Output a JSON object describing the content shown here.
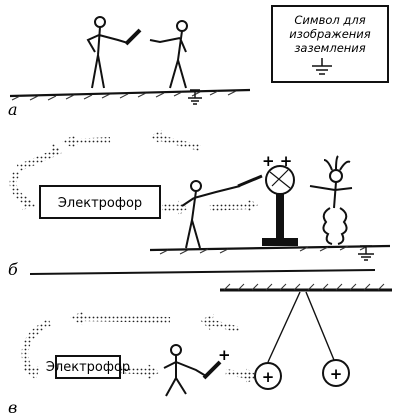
{
  "panels": {
    "a": {
      "label": "а"
    },
    "b": {
      "label": "б",
      "device_label": "Электрофор"
    },
    "c": {
      "label": "в",
      "device_label": "Электрофор",
      "ball_left_sign": "+",
      "ball_right_sign": "+"
    }
  },
  "legend": {
    "lines": [
      "Символ для",
      "изображения",
      "заземления"
    ]
  }
}
